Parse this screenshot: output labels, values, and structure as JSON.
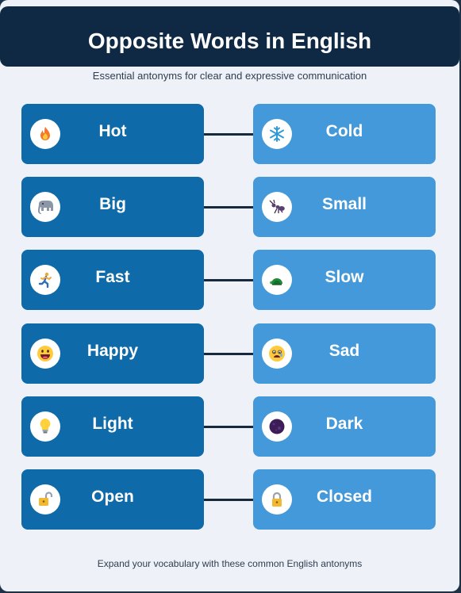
{
  "header": {
    "title": "Opposite Words in English"
  },
  "subtitle": "Essential antonyms for clear and expressive communication",
  "pairs": [
    {
      "left": {
        "word": "Hot",
        "icon": "fire-icon"
      },
      "right": {
        "word": "Cold",
        "icon": "snowflake-icon"
      }
    },
    {
      "left": {
        "word": "Big",
        "icon": "elephant-icon"
      },
      "right": {
        "word": "Small",
        "icon": "ant-icon"
      }
    },
    {
      "left": {
        "word": "Fast",
        "icon": "runner-icon"
      },
      "right": {
        "word": "Slow",
        "icon": "turtle-icon"
      }
    },
    {
      "left": {
        "word": "Happy",
        "icon": "grinning-face-icon"
      },
      "right": {
        "word": "Sad",
        "icon": "crying-face-icon"
      }
    },
    {
      "left": {
        "word": "Light",
        "icon": "light-bulb-icon"
      },
      "right": {
        "word": "Dark",
        "icon": "dark-circle-icon"
      }
    },
    {
      "left": {
        "word": "Open",
        "icon": "unlocked-icon"
      },
      "right": {
        "word": "Closed",
        "icon": "locked-icon"
      }
    }
  ],
  "footer": "Expand your vocabulary with these common English antonyms",
  "colors": {
    "header_bg": "#0f2843",
    "left_card": "#0e6aa8",
    "right_card": "#4499da",
    "connector": "#16293e",
    "page_bg": "#eef2f8"
  }
}
